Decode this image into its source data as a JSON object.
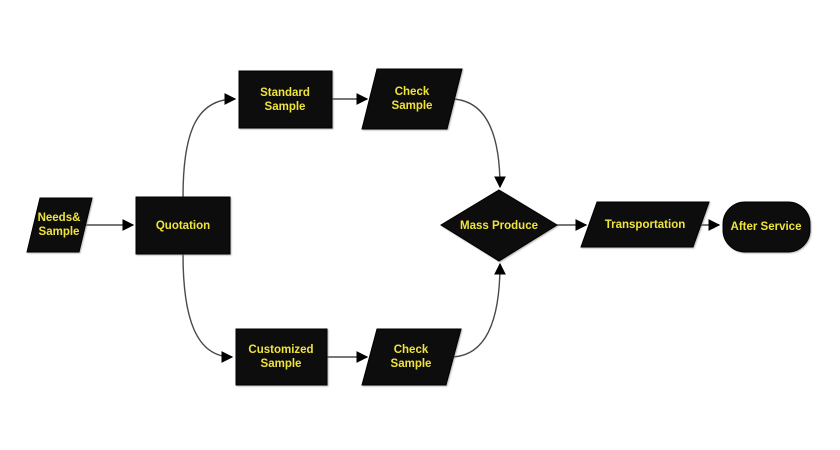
{
  "diagram_type": "flowchart",
  "colors": {
    "background": "#ffffff",
    "shape_fill": "#0d0d0d",
    "label_text": "#efe43c",
    "connector_line": "#4a4a4a",
    "arrowhead": "#000000"
  },
  "nodes": [
    {
      "id": "needs-sample",
      "type": "parallelogram",
      "lines": [
        "Needs&",
        "Sample"
      ]
    },
    {
      "id": "quotation",
      "type": "rectangle",
      "lines": [
        "Quotation"
      ]
    },
    {
      "id": "standard-sample",
      "type": "rectangle",
      "lines": [
        "Standard",
        "Sample"
      ]
    },
    {
      "id": "check-sample-top",
      "type": "parallelogram",
      "lines": [
        "Check",
        "Sample"
      ]
    },
    {
      "id": "customized-sample",
      "type": "rectangle",
      "lines": [
        "Customized",
        "Sample"
      ]
    },
    {
      "id": "check-sample-bottom",
      "type": "parallelogram",
      "lines": [
        "Check",
        "Sample"
      ]
    },
    {
      "id": "mass-produce",
      "type": "diamond",
      "lines": [
        "Mass Produce"
      ]
    },
    {
      "id": "transportation",
      "type": "parallelogram",
      "lines": [
        "Transportation"
      ]
    },
    {
      "id": "after-service",
      "type": "terminator",
      "lines": [
        "After Service"
      ]
    }
  ],
  "edges": [
    {
      "from": "needs-sample",
      "to": "quotation"
    },
    {
      "from": "quotation",
      "to": "standard-sample"
    },
    {
      "from": "standard-sample",
      "to": "check-sample-top"
    },
    {
      "from": "check-sample-top",
      "to": "mass-produce"
    },
    {
      "from": "quotation",
      "to": "customized-sample"
    },
    {
      "from": "customized-sample",
      "to": "check-sample-bottom"
    },
    {
      "from": "check-sample-bottom",
      "to": "mass-produce"
    },
    {
      "from": "mass-produce",
      "to": "transportation"
    },
    {
      "from": "transportation",
      "to": "after-service"
    }
  ]
}
